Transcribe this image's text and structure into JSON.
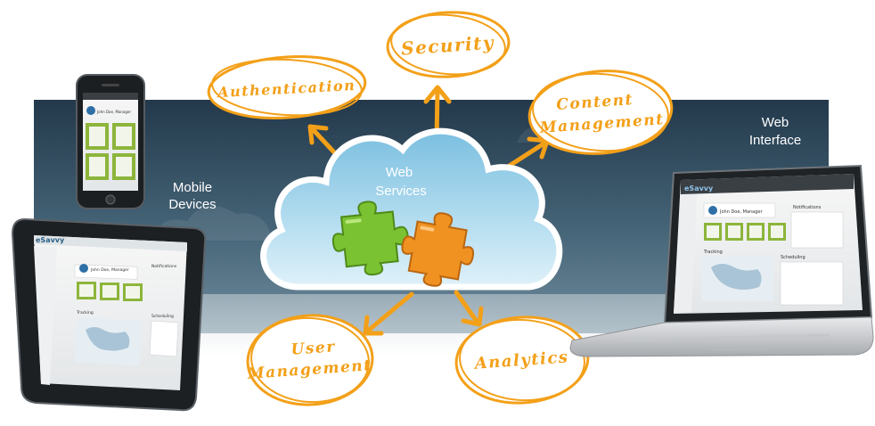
{
  "labels": {
    "web_services_line1": "Web",
    "web_services_line2": "Services",
    "mobile_line1": "Mobile",
    "mobile_line2": "Devices",
    "web_interface_line1": "Web",
    "web_interface_line2": "Interface"
  },
  "bubbles": {
    "security": "Security",
    "authentication": "Authentication",
    "content_line1": "Content",
    "content_line2": "Management",
    "user_line1": "User",
    "user_line2": "Management",
    "analytics": "Analytics"
  },
  "brand": {
    "logo": "eSavvy",
    "user_name": "John Doe, Manager"
  },
  "screen": {
    "notifications": "Notifications",
    "scheduling": "Scheduling",
    "tracking": "Tracking"
  },
  "colors": {
    "accent_orange": "#f3a019",
    "banner_dark": "#2d4a5e",
    "cloud_blue": "#9fd0e8",
    "puzzle_green": "#7ac231",
    "puzzle_orange": "#f09221",
    "screen_green": "#8db53b"
  }
}
